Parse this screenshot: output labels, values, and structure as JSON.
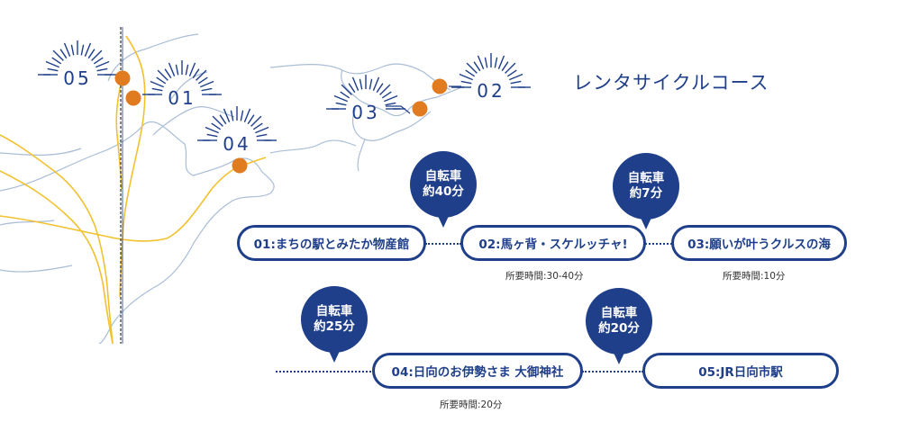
{
  "title": "レンタサイクルコース",
  "spot_numbers": [
    "05",
    "01",
    "04",
    "03",
    "02"
  ],
  "stations": [
    "01:まちの駅とみたか物産館",
    "02:馬ヶ背・スケルッチャ!",
    "03:願いが叶うクルスの海",
    "04:日向のお伊勢さま 大御神社",
    "05:JR日向市駅"
  ],
  "bubbles": [
    {
      "mode": "自転車",
      "time": "約40分"
    },
    {
      "mode": "自転車",
      "time": "約7分"
    },
    {
      "mode": "自転車",
      "time": "約25分"
    },
    {
      "mode": "自転車",
      "time": "約20分"
    }
  ],
  "durations": [
    "所要時間:30-40分",
    "所要時間:10分",
    "所要時間:20分"
  ],
  "colors": {
    "accent": "#1f3f8a",
    "marker": "#e07b1f",
    "road": "#f2c12e",
    "coast": "#a9bdd6"
  }
}
